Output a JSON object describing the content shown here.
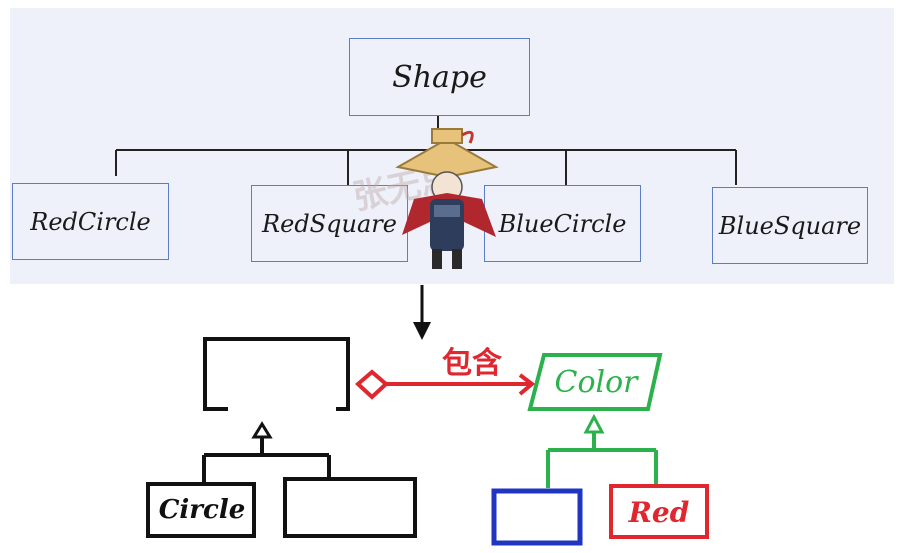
{
  "top": {
    "root": "Shape",
    "children": [
      "RedCircle",
      "RedSquare",
      "BlueCircle",
      "BlueSquare"
    ]
  },
  "bottom": {
    "relation_label": "包含",
    "left": {
      "children": [
        "Circle"
      ]
    },
    "right": {
      "abstract": "Color",
      "children": [
        "Red"
      ]
    }
  },
  "watermark": "张无忌",
  "colors": {
    "box_border": "#5b7fc7",
    "panel_bg": "#eef0fa",
    "black": "#111111",
    "green": "#2bb24c",
    "red": "#e0262f",
    "blue": "#2036c0"
  }
}
